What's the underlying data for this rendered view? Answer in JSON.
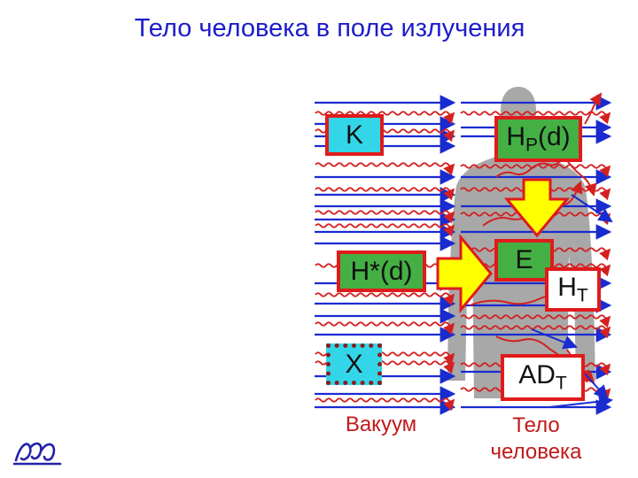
{
  "title": "Тело человека в поле излучения",
  "boxes": {
    "k": "K",
    "h_star": "H*(d)",
    "x": "X",
    "hp_main": "H",
    "hp_sub": "P",
    "hp_tail": "(d)",
    "e": "E",
    "ht_main": "H",
    "ht_sub": "T",
    "adt_main": "AD",
    "adt_sub": "T"
  },
  "captions": {
    "vacuum": "Вакуум",
    "body_line1": "Тело",
    "body_line2": "человека"
  },
  "colors": {
    "title": "#1c1ccc",
    "blue_arrow": "#1a2bd0",
    "red_wave": "#d42020",
    "box_border": "#e01b1b",
    "cyan_fill": "#33d6e8",
    "green_fill": "#44b044",
    "yellow_arrow": "#ffff00",
    "body_gray": "#a8a8a8"
  }
}
